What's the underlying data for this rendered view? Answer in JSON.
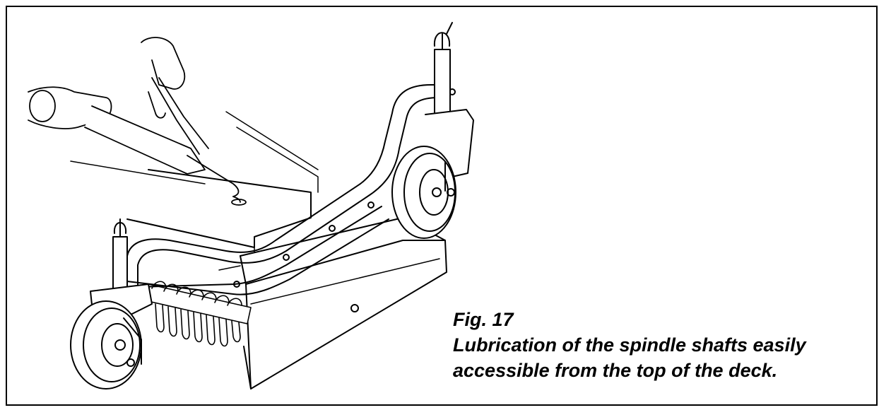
{
  "figure": {
    "label": "Fig. 17",
    "caption_lines": [
      "Lubrication of the spindle shafts easily",
      "accessible from the top of the deck."
    ]
  },
  "illustration": {
    "subject": "mower-deck-lubrication-drawing",
    "line_color": "#000000",
    "fill_color": "#ffffff"
  }
}
